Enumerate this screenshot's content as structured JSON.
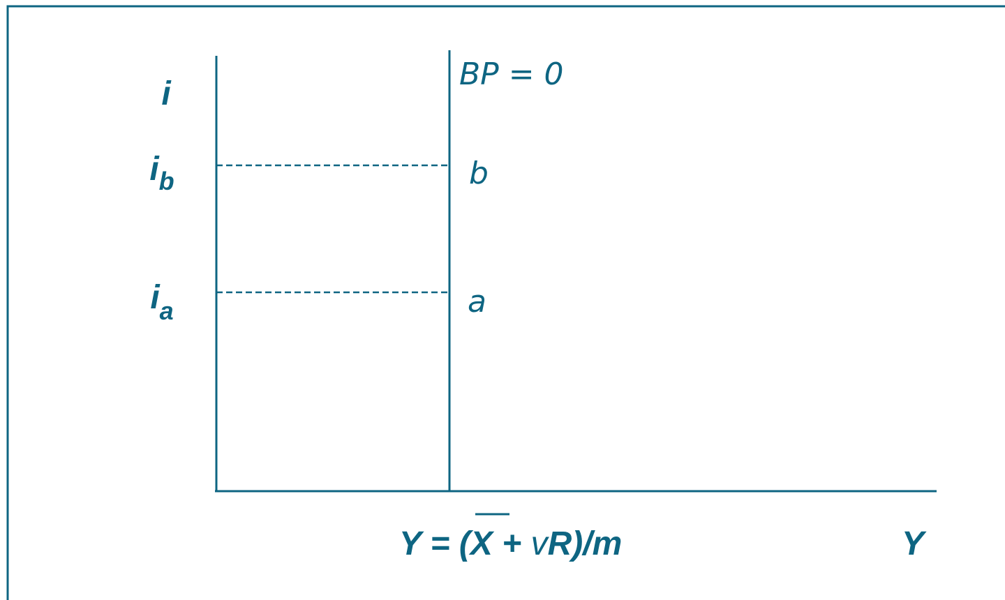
{
  "figure": {
    "y_axis_label": "i",
    "x_axis_label": "Y",
    "curve_label": "BP = 0",
    "equilibrium_income_label": {
      "lhs": "Y = (",
      "x_bar": "X",
      "rest": " + ",
      "v": "v",
      "R": "R",
      "tail": ")/",
      "m": "m"
    },
    "interest_levels": [
      {
        "base": "i",
        "sub": "b",
        "point": "b"
      },
      {
        "base": "i",
        "sub": "a",
        "point": "a"
      }
    ]
  },
  "colors": {
    "line": "#0e6582",
    "frame": "#0e6582",
    "background": "#ffffff"
  }
}
